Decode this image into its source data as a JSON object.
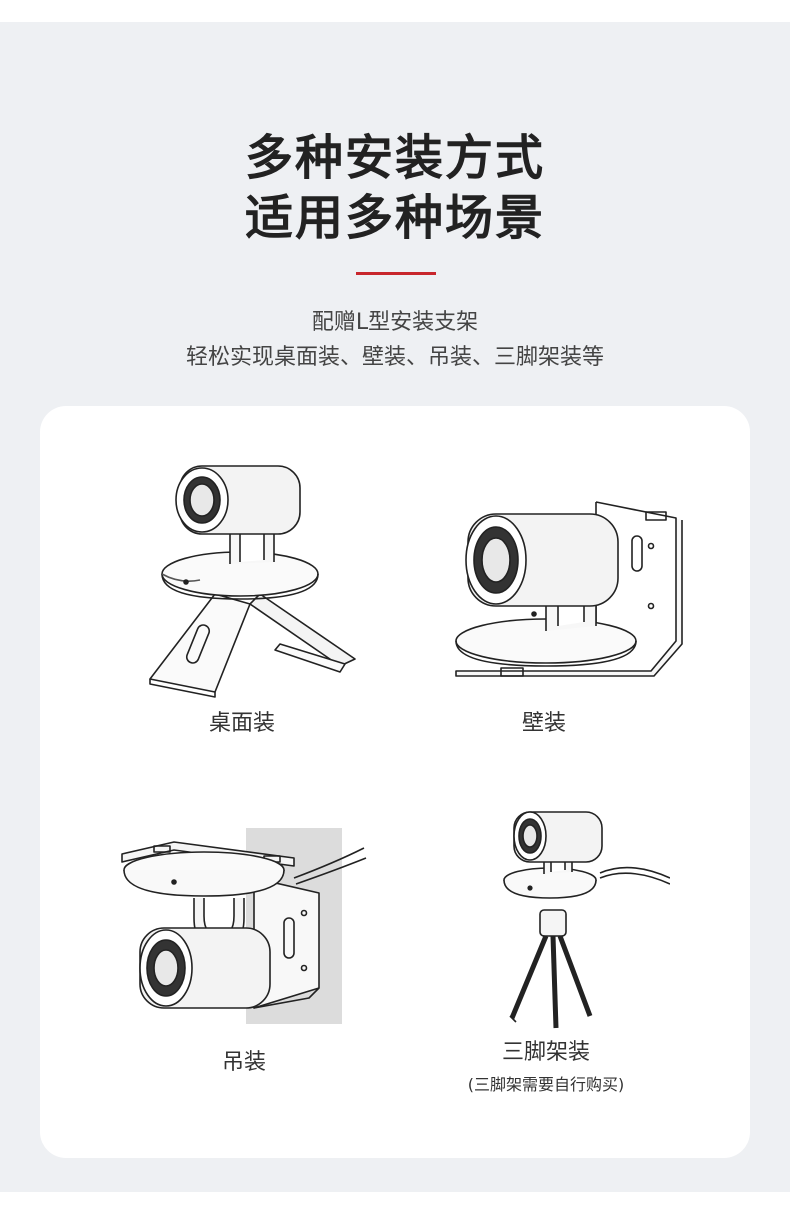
{
  "header": {
    "title_line1": "多种安装方式",
    "title_line2": "适用多种场景",
    "subtitle_line1": "配赠L型安装支架",
    "subtitle_line2": "轻松实现桌面装、壁装、吊装、三脚架装等"
  },
  "mounts": {
    "desktop_label": "桌面装",
    "wall_label": "壁装",
    "ceiling_label": "吊装",
    "tripod_label": "三脚架装",
    "tripod_note": "(三脚架需要自行购买)"
  },
  "colors": {
    "accent": "#c8262c",
    "background": "#eef0f3",
    "card": "#ffffff",
    "title_text": "#222222"
  }
}
